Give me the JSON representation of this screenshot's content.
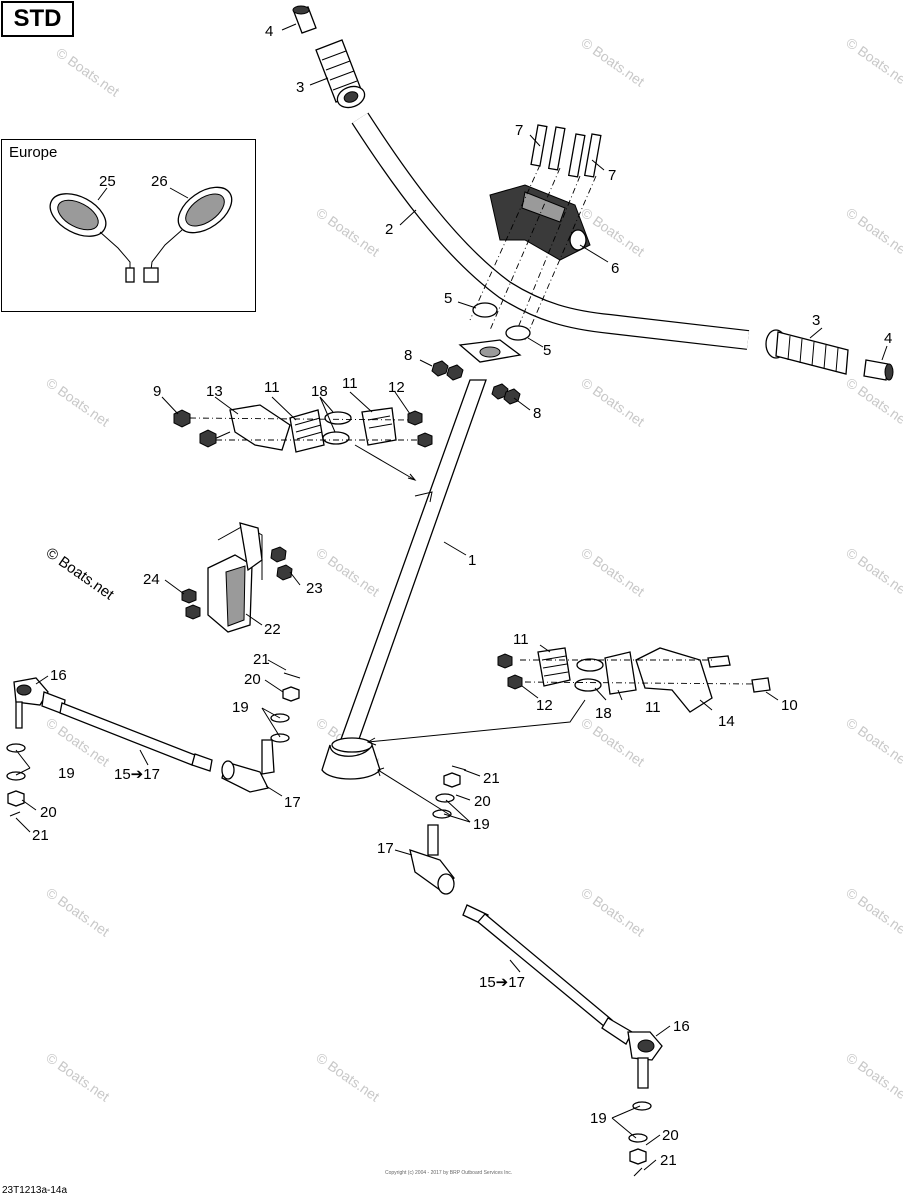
{
  "header": {
    "variant_label": "STD"
  },
  "inset": {
    "region_label": "Europe",
    "mirror_left_callout": "25",
    "mirror_right_callout": "26"
  },
  "callouts": {
    "c1": "1",
    "c2": "2",
    "c3a": "3",
    "c3b": "3",
    "c4a": "4",
    "c4b": "4",
    "c5a": "5",
    "c5b": "5",
    "c6": "6",
    "c7a": "7",
    "c7b": "7",
    "c8a": "8",
    "c8b": "8",
    "c9": "9",
    "c10": "10",
    "c11a": "11",
    "c11b": "11",
    "c11c": "11",
    "c11d": "11",
    "c12a": "12",
    "c12b": "12",
    "c13": "13",
    "c14": "14",
    "c1517a": "15➔17",
    "c1517b": "15➔17",
    "c16a": "16",
    "c16b": "16",
    "c17a": "17",
    "c17b": "17",
    "c18a": "18",
    "c18b": "18",
    "c19a": "19",
    "c19b": "19",
    "c19c": "19",
    "c19d": "19",
    "c20a": "20",
    "c20b": "20",
    "c20c": "20",
    "c20d": "20",
    "c21a": "21",
    "c21b": "21",
    "c21c": "21",
    "c21d": "21",
    "c22": "22",
    "c23": "23",
    "c24": "24"
  },
  "watermark": {
    "text": "© Boats.net"
  },
  "footer": {
    "drawing_code": "23T1213a-14a",
    "copyright_text": "Copyright (c) 2004 - 2017 by BRP Outboard Services Inc."
  },
  "colors": {
    "ink": "#000000",
    "watermark": "#c8c8c8",
    "background": "#ffffff"
  }
}
